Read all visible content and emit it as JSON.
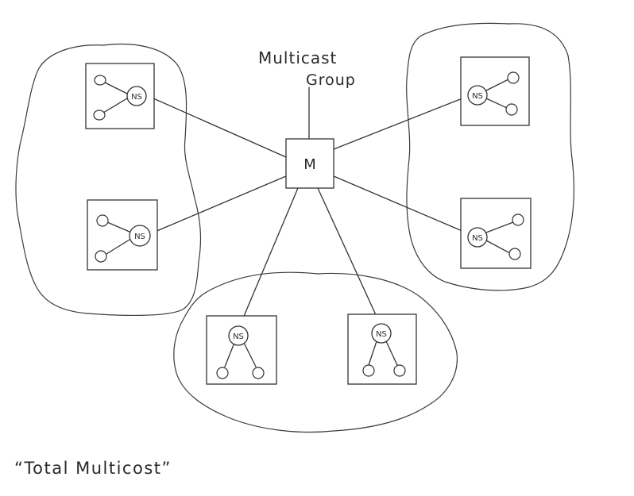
{
  "labels": {
    "group_line1": "Multicast",
    "group_line2": "Group",
    "hub": "M",
    "caption": "“Total Multicost”"
  },
  "nodes": [
    {
      "id": "top-left",
      "label": "NS"
    },
    {
      "id": "mid-left",
      "label": "NS"
    },
    {
      "id": "top-right",
      "label": "NS"
    },
    {
      "id": "mid-right",
      "label": "NS"
    },
    {
      "id": "bottom-left",
      "label": "NS"
    },
    {
      "id": "bottom-right",
      "label": "NS"
    }
  ],
  "colors": {
    "ink": "#333333",
    "paper": "#ffffff"
  }
}
